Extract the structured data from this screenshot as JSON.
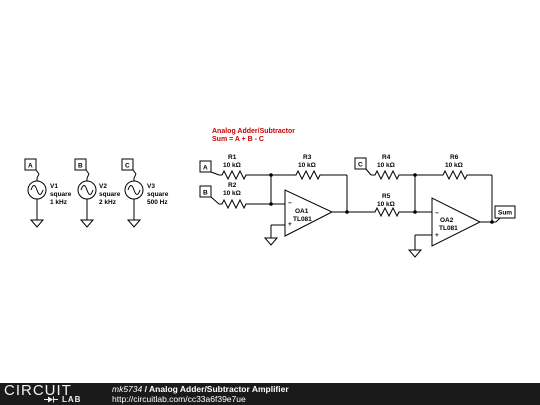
{
  "diagram": {
    "title": "Analog Adder/Subtractor",
    "formula": "Sum = A + B - C",
    "title_color": "#cc0000",
    "sources": [
      {
        "node": "A",
        "name": "V1",
        "wave": "square",
        "freq": "1 kHz"
      },
      {
        "node": "B",
        "name": "V2",
        "wave": "square",
        "freq": "2 kHz"
      },
      {
        "node": "C",
        "name": "V3",
        "wave": "square",
        "freq": "500 Hz"
      }
    ],
    "inputs": {
      "a": "A",
      "b": "B",
      "c": "C"
    },
    "resistors": {
      "r1": {
        "name": "R1",
        "value": "10 kΩ"
      },
      "r2": {
        "name": "R2",
        "value": "10 kΩ"
      },
      "r3": {
        "name": "R3",
        "value": "10 kΩ"
      },
      "r4": {
        "name": "R4",
        "value": "10 kΩ"
      },
      "r5": {
        "name": "R5",
        "value": "10 kΩ"
      },
      "r6": {
        "name": "R6",
        "value": "10 kΩ"
      }
    },
    "opamps": {
      "oa1": {
        "name": "OA1",
        "model": "TL081",
        "minus": "−",
        "plus": "+"
      },
      "oa2": {
        "name": "OA2",
        "model": "TL081",
        "minus": "−",
        "plus": "+"
      }
    },
    "output": "Sum"
  },
  "footer": {
    "logo_top": "CIRCUIT",
    "logo_bottom": "LAB",
    "user": "mk5734",
    "separator": " / ",
    "title": "Analog Adder/Subtractor Amplifier",
    "url": "http://circuitlab.com/cc33a6f39e7ue"
  }
}
